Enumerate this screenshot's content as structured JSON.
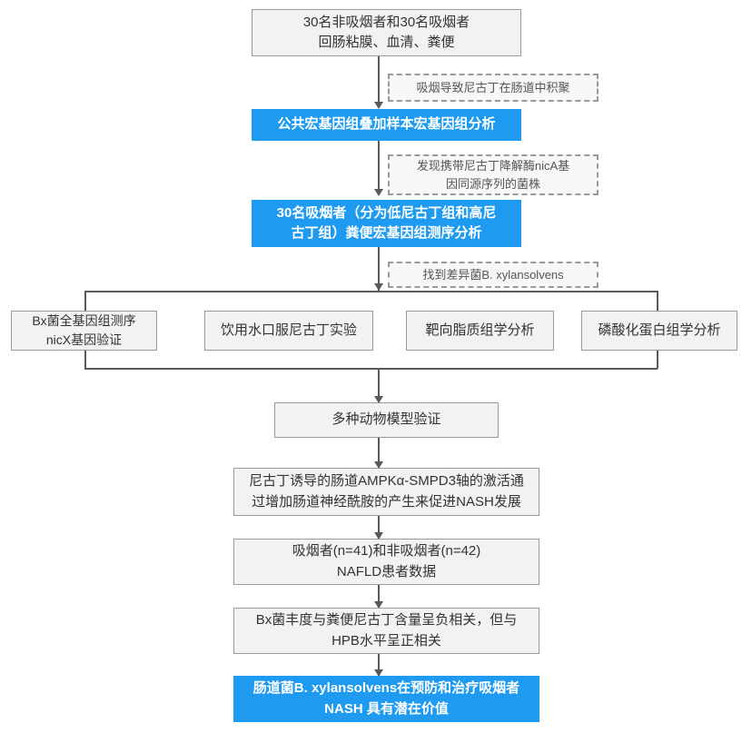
{
  "diagram": {
    "title": "吸烟-尼古丁-肠道菌研究流程图",
    "colors": {
      "highlight_fill": "#1E9BF0",
      "highlight_text": "#FFFFFF",
      "plain_fill": "#F2F2F2",
      "plain_border": "#9A9A9A",
      "note_border": "#9A9A9A",
      "connector": "#595959",
      "background": "#FFFFFF"
    }
  },
  "nodes": {
    "cohort": {
      "text": "30名非吸烟者和30名吸烟者\n回肠粘膜、血清、粪便",
      "style": "plain"
    },
    "note_nicotine_accumulate": {
      "text": "吸烟导致尼古丁在肠道中积聚",
      "style": "note"
    },
    "public_metagenome": {
      "text": "公共宏基因组叠加样本宏基因组分析",
      "style": "highlight"
    },
    "note_nica_strain": {
      "text": "发现携带尼古丁降解酶nicA基\n因同源序列的菌株",
      "style": "note"
    },
    "smokers_sequencing": {
      "text": "30名吸烟者（分为低尼古丁组和高尼\n古丁组）粪便宏基因组测序分析",
      "style": "highlight"
    },
    "note_bxylanosolvens": {
      "text": "找到差异菌B. xylansolvens",
      "style": "note"
    },
    "branch_1_genome": {
      "text": "Bx菌全基因组测序\nnicX基因验证",
      "style": "plain"
    },
    "branch_2_water": {
      "text": "饮用水口服尼古丁实验",
      "style": "plain"
    },
    "branch_3_lipidomics": {
      "text": "靶向脂质组学分析",
      "style": "plain"
    },
    "branch_4_phosphoproteomics": {
      "text": "磷酸化蛋白组学分析",
      "style": "plain"
    },
    "animal_models": {
      "text": "多种动物模型验证",
      "style": "plain"
    },
    "mechanism": {
      "text": "尼古丁诱导的肠道AMPKα-SMPD3轴的激活通\n过增加肠道神经酰胺的产生来促进NASH发展",
      "style": "plain"
    },
    "patient_data": {
      "text": "吸烟者(n=41)和非吸烟者(n=42)\nNAFLD患者数据",
      "style": "plain"
    },
    "correlation": {
      "text": "Bx菌丰度与粪便尼古丁含量呈负相关，但与\nHPB水平呈正相关",
      "style": "plain"
    },
    "conclusion": {
      "text": "肠道菌B. xylansolvens在预防和治疗吸烟者\nNASH 具有潜在价值",
      "style": "highlight"
    }
  }
}
